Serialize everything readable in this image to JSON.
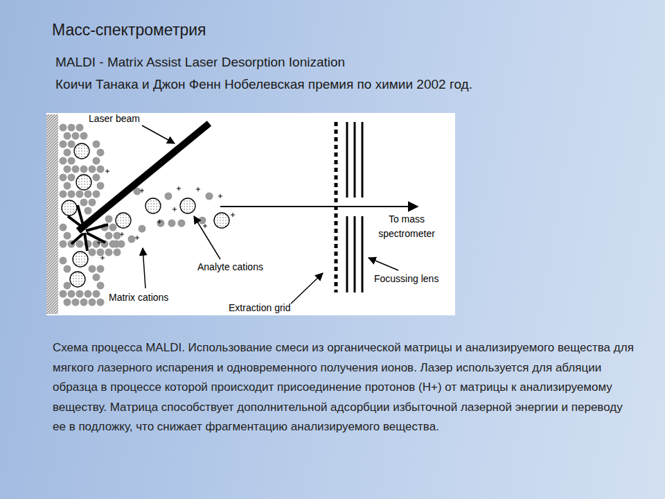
{
  "diagram": {
    "title": "Масс-спектрометрия",
    "caption": "Схема процесса MALDI. Использование смеси из органической матрицы и анализируемого вещества для мягкого лазерного испарения и одновременного получения ионов. Лазер используется для абляции образца в процессе которой происходит присоединение протонов (H+) от матрицы к анализируемому веществу. Матрица способствует дополнительной адсорбции избыточной лазерной энергии и переводу ее в подложку, что снижает фрагментацию анализируемого вещества.",
    "labels": [
      "MALDI - Matrix Assist Laser Desorption Ionization",
      "Коичи Танака и Джон Фенн Нобелевская премия по химии 2002 год.",
      "Laser beam",
      "Analyte cations",
      "Matrix cations",
      "Extraction grid",
      "To mass spectrometer",
      "Focussing lens"
    ]
  }
}
